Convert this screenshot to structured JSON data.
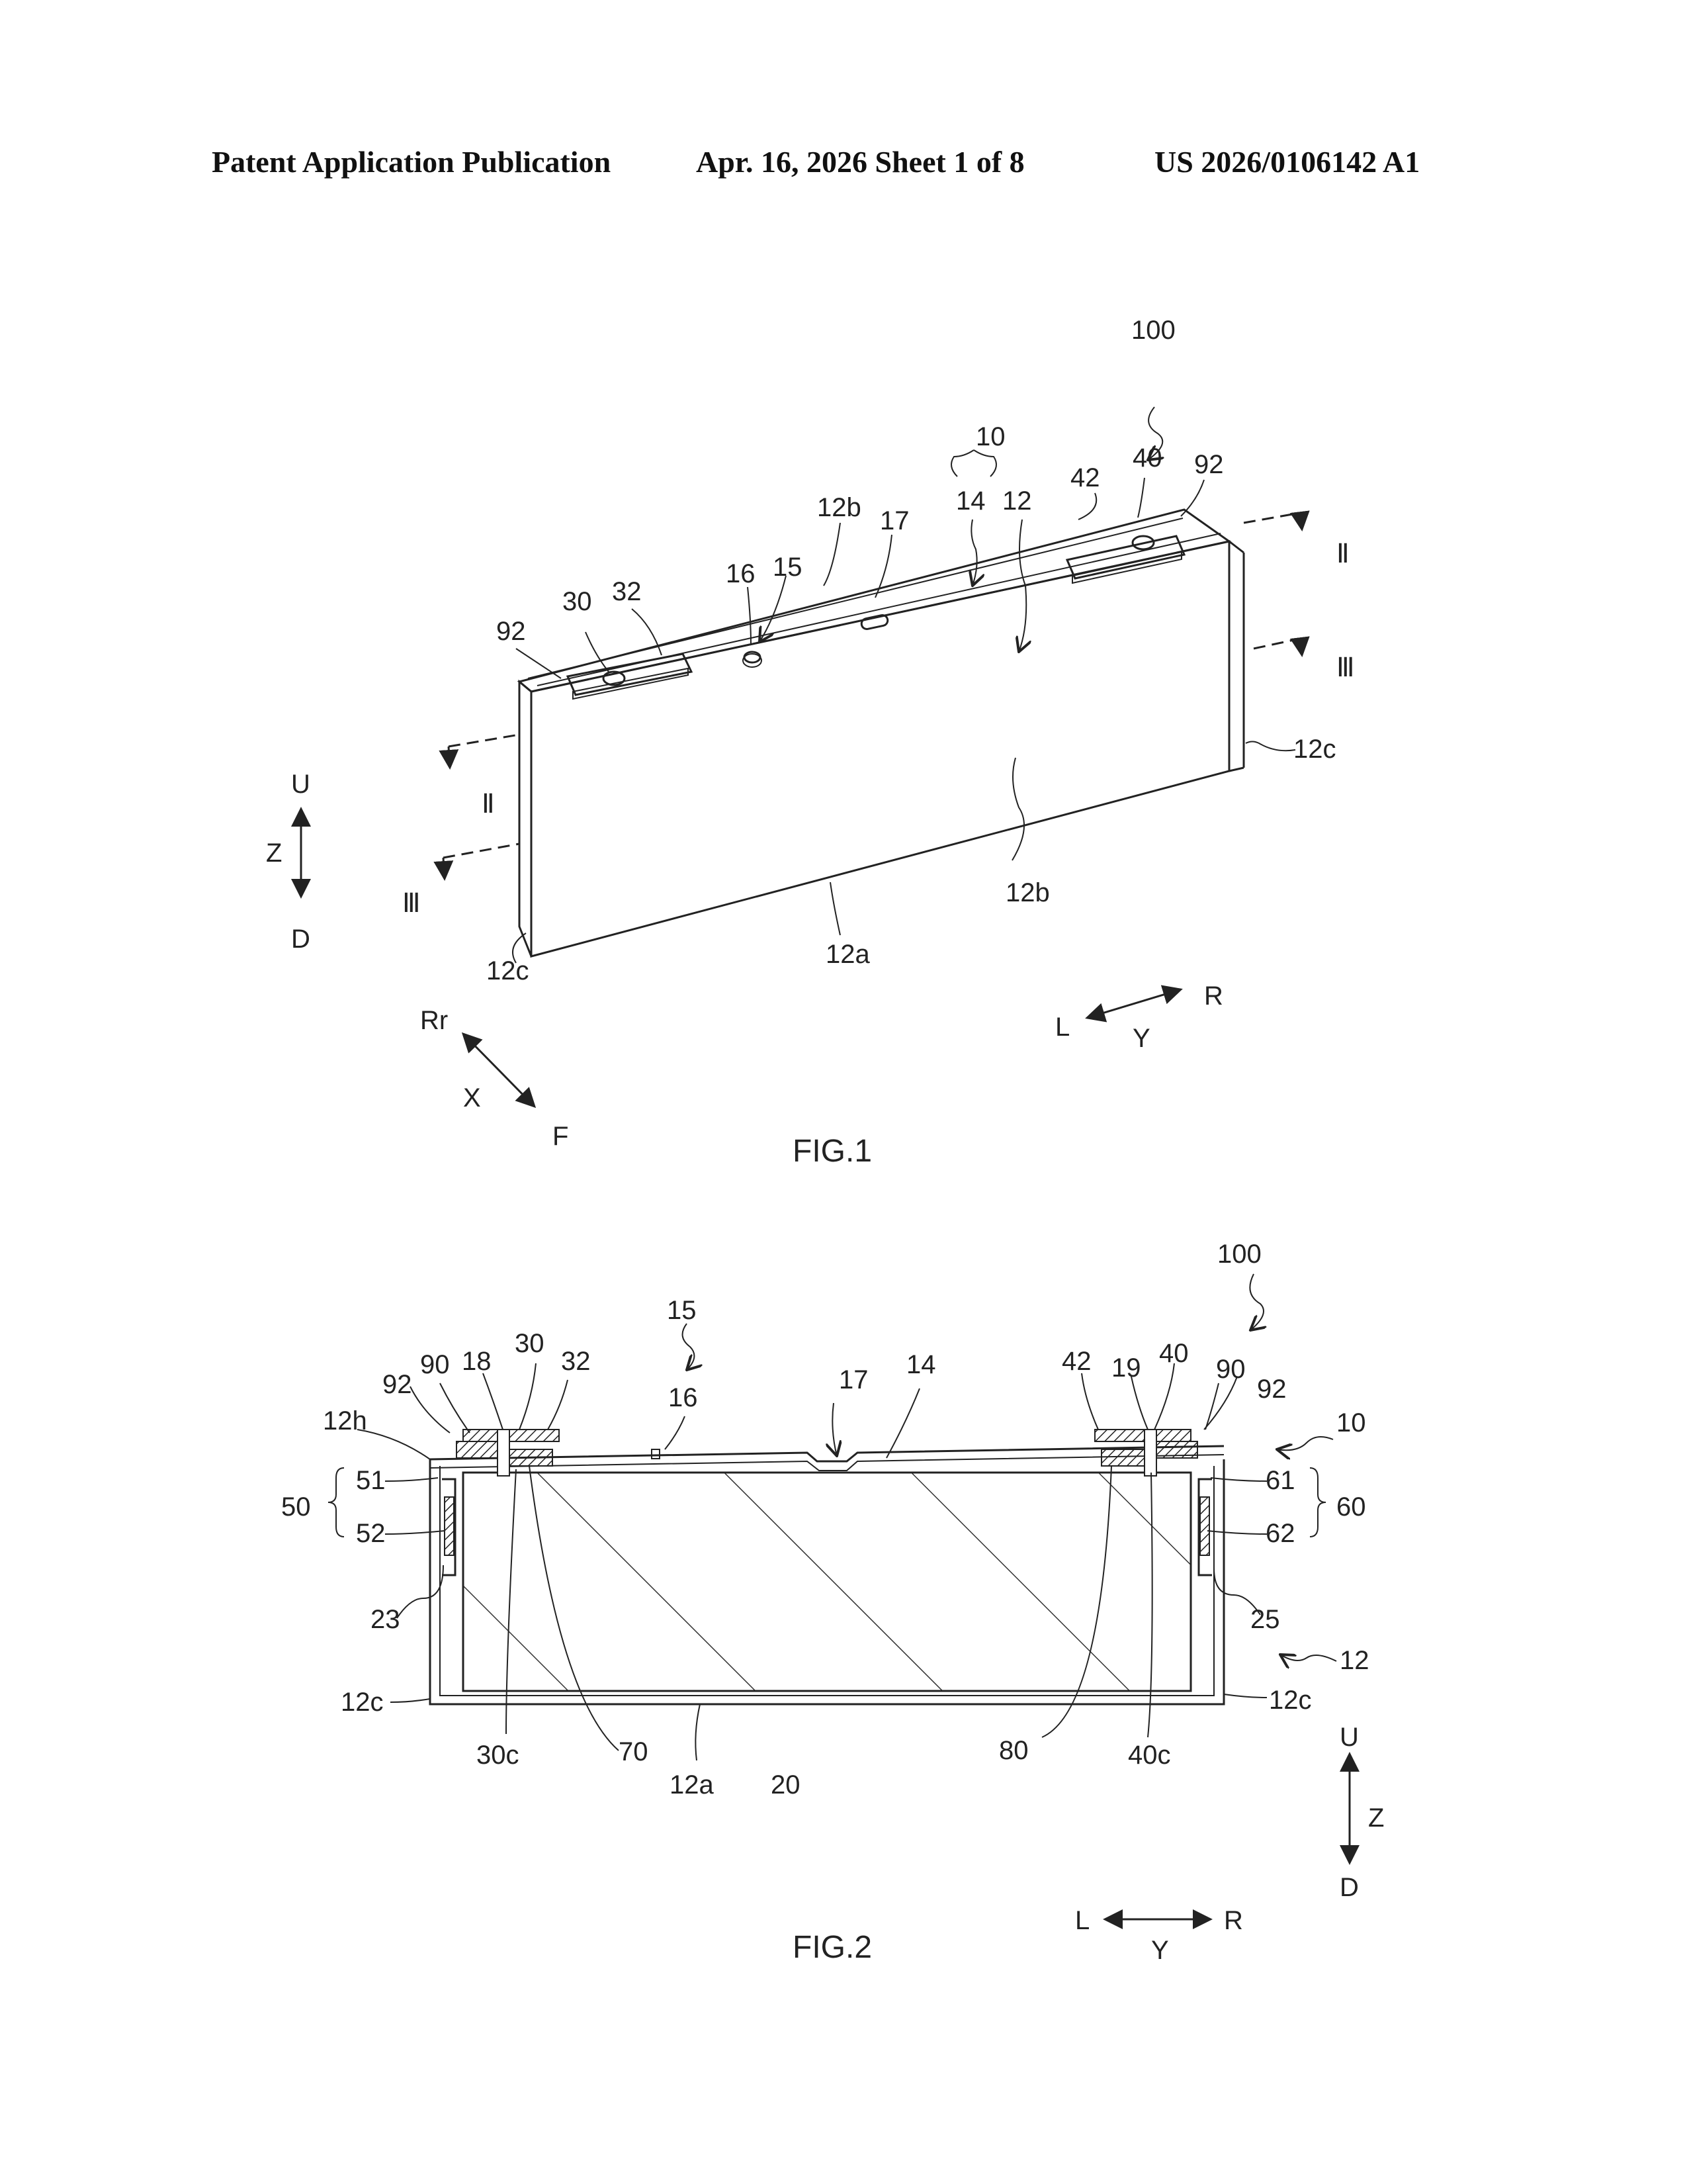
{
  "header": {
    "left": "Patent Application Publication",
    "center": "Apr. 16, 2026  Sheet 1 of 8",
    "right": "US 2026/0106142 A1"
  },
  "fig1": {
    "caption": "FIG.1",
    "labels": {
      "l100": "100",
      "l10": "10",
      "l14": "14",
      "l12": "12",
      "l40": "40",
      "l42": "42",
      "l92r": "92",
      "l12b_top": "12b",
      "l17": "17",
      "l16": "16",
      "l15": "15",
      "l30": "30",
      "l32": "32",
      "l92l": "92",
      "l12c_r": "12c",
      "l12c_l": "12c",
      "l12b_front": "12b",
      "l12a": "12a",
      "sec2_r": "Ⅱ",
      "sec3_r": "Ⅲ",
      "sec2_l": "Ⅱ",
      "sec3_l": "Ⅲ",
      "ax_U": "U",
      "ax_Z": "Z",
      "ax_D": "D",
      "ax_Rr": "Rr",
      "ax_X": "X",
      "ax_F": "F",
      "ax_L": "L",
      "ax_Y": "Y",
      "ax_R": "R"
    }
  },
  "fig2": {
    "caption": "FIG.2",
    "labels": {
      "l100": "100",
      "l15": "15",
      "l16": "16",
      "l17": "17",
      "l14": "14",
      "l30": "30",
      "l18": "18",
      "l32": "32",
      "l90l": "90",
      "l92l": "92",
      "l12h": "12h",
      "l42": "42",
      "l19": "19",
      "l40": "40",
      "l90r": "90",
      "l92r": "92",
      "l10": "10",
      "l51": "51",
      "l52": "52",
      "l50": "50",
      "l23": "23",
      "l61": "61",
      "l62": "62",
      "l60": "60",
      "l25": "25",
      "l12": "12",
      "l12c_l": "12c",
      "l12c_r": "12c",
      "l30c": "30c",
      "l70": "70",
      "l12a": "12a",
      "l20": "20",
      "l80": "80",
      "l40c": "40c",
      "ax_U": "U",
      "ax_Z": "Z",
      "ax_D": "D",
      "ax_L": "L",
      "ax_Y": "Y",
      "ax_R": "R"
    }
  }
}
